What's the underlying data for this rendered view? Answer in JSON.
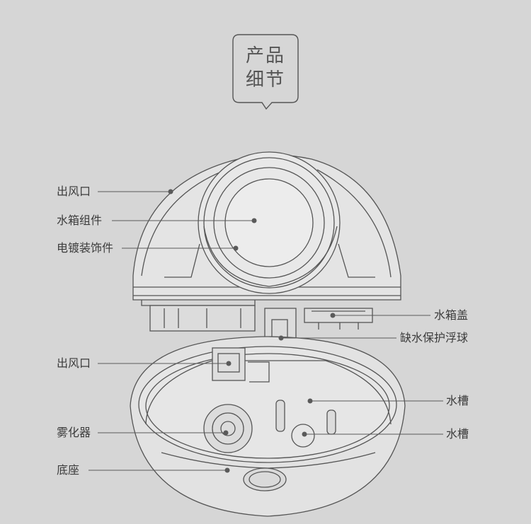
{
  "heading": {
    "line1": "产品",
    "line2": "细节"
  },
  "callouts": {
    "air_outlet_top": "出风口",
    "tank_assembly": "水箱组件",
    "plated_trim": "电镀装饰件",
    "tank_lid": "水箱盖",
    "float": "缺水保护浮球",
    "air_outlet_base": "出风口",
    "water_trough_1": "水槽",
    "water_trough_2": "水槽",
    "atomizer": "雾化器",
    "base": "底座"
  },
  "colors": {
    "background": "#d6d6d6",
    "line": "#555555",
    "leader": "#5a5a5a",
    "text": "#3c3c3c"
  }
}
